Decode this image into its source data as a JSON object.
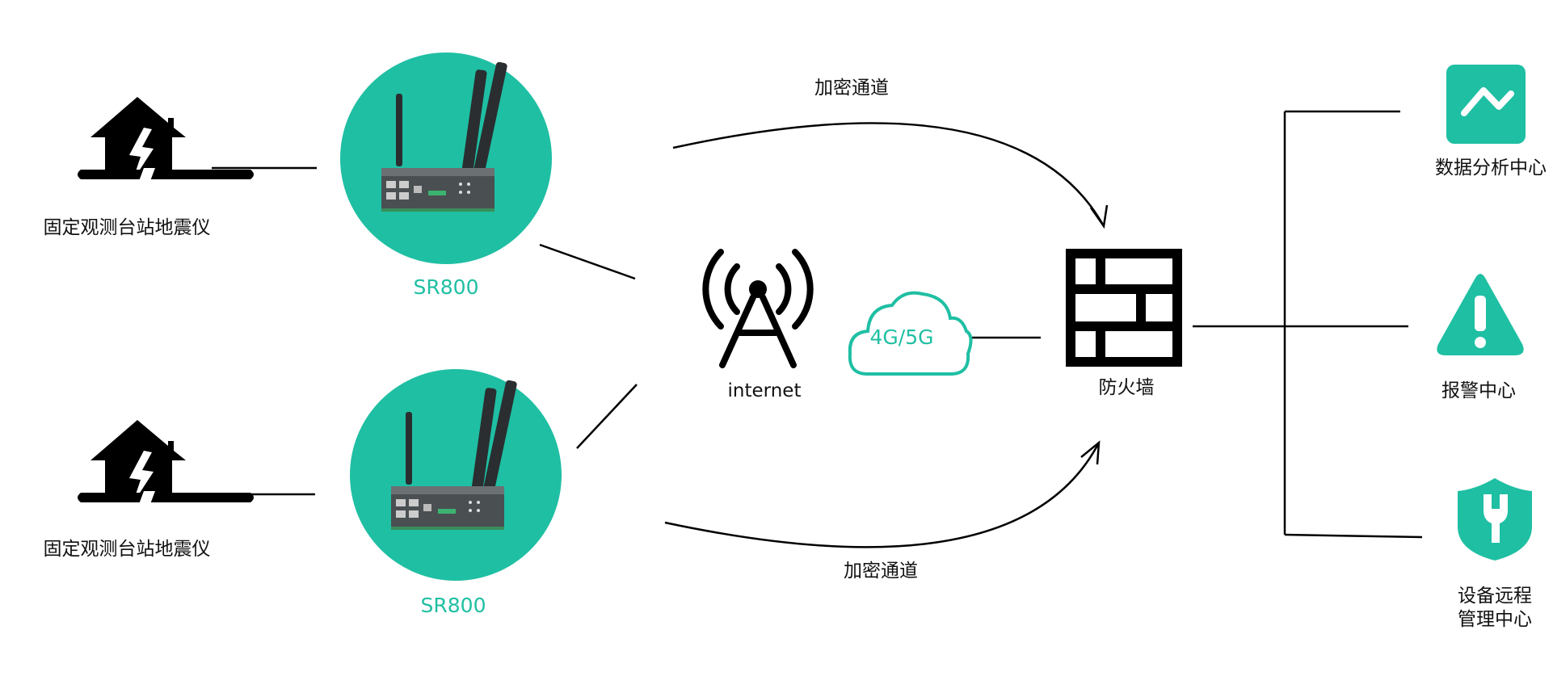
{
  "colors": {
    "accent": "#1fbfa3",
    "ink": "#111111",
    "device_body": "#4a4f52"
  },
  "nodes": {
    "station_top_label": "固定观测台站地震仪",
    "station_bottom_label": "固定观测台站地震仪",
    "router_top_label": "SR800",
    "router_bottom_label": "SR800",
    "tower_label": "internet",
    "cloud_label": "4G/5G",
    "firewall_label": "防火墙",
    "data_center_label": "数据分析中心",
    "alarm_center_label": "报警中心",
    "remote_center_line1": "设备远程",
    "remote_center_line2": "管理中心"
  },
  "channels": {
    "top_label": "加密通道",
    "bottom_label": "加密通道"
  },
  "icons": {
    "station": "damaged-house-icon",
    "router": "router-device-icon",
    "tower": "signal-tower-icon",
    "cloud": "cloud-icon",
    "firewall": "firewall-brick-icon",
    "data": "line-chart-icon",
    "alarm": "warning-icon",
    "remote": "wrench-shield-icon"
  }
}
